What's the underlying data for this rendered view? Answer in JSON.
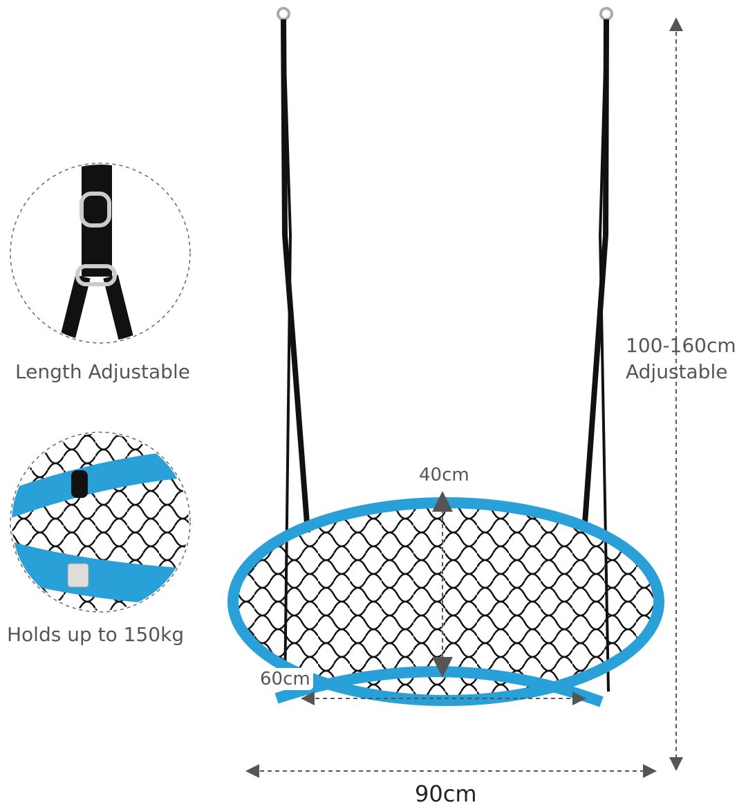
{
  "callouts": [
    {
      "label": "Length Adjustable"
    },
    {
      "label": "Holds up to 150kg"
    }
  ],
  "dimensions": {
    "height_line1": "100-160cm",
    "height_line2": "Adjustable",
    "width": "90cm",
    "inner_width": "60cm",
    "depth": "40cm"
  },
  "colors": {
    "frame": "#2aa0d8",
    "net": "#111111",
    "dim_line": "#555555"
  }
}
